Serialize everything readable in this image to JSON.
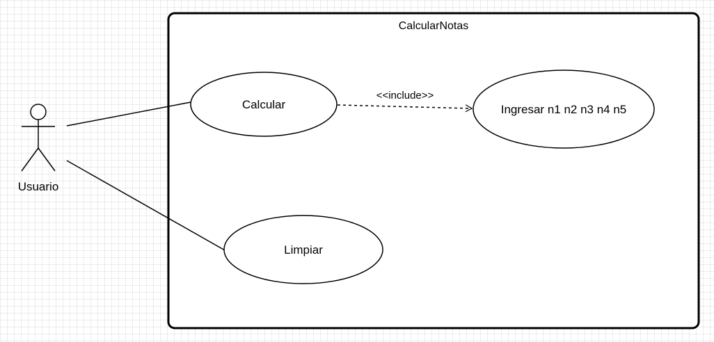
{
  "system": {
    "name": "CalcularNotas"
  },
  "actor": {
    "name": "Usuario"
  },
  "use_cases": [
    {
      "id": "calcular",
      "label": "Calcular"
    },
    {
      "id": "ingresar",
      "label": "Ingresar n1 n2 n3 n4 n5"
    },
    {
      "id": "limpiar",
      "label": "Limpiar"
    }
  ],
  "relations": [
    {
      "from": "actor",
      "to": "calcular",
      "type": "association"
    },
    {
      "from": "actor",
      "to": "limpiar",
      "type": "association"
    },
    {
      "from": "calcular",
      "to": "ingresar",
      "type": "include",
      "label": "<<include>>"
    }
  ],
  "colors": {
    "stroke": "#000000",
    "fill": "#ffffff"
  }
}
